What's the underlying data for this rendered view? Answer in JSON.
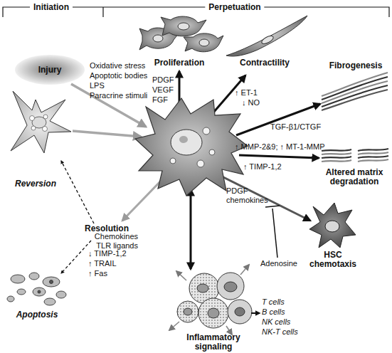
{
  "diagram": {
    "nodes": [
      {
        "text": [
          "Injury"
        ]
      }
    ],
    "labels": [
      "Initiation",
      "Perpetuation",
      "Oxidative stress",
      "Apoptotic bodies",
      "LPS",
      "Paracrine stimuli",
      "Proliferation",
      "PDGF",
      "VEGF",
      "FGF",
      "Contractility",
      "↑ ET-1",
      "↓ NO",
      "Fibrogenesis",
      "TGF-β1/CTGF",
      "↑ MMP-2&9; ↑ MT-1-MMP",
      "↑ TIMP-1,2",
      "Altered matrix degradation",
      "PDGF chemokines",
      "Adenosine",
      "HSC chemotaxis",
      "Chemokines TLR ligands",
      "Inflammatory signaling",
      "T cells",
      "B cells",
      "NK cells",
      "NK-T cells",
      "Resolution",
      "↓ TIMP-1,2",
      "↑ TRAIL",
      "↑ Fas",
      "Apoptosis",
      "Reversion"
    ]
  }
}
